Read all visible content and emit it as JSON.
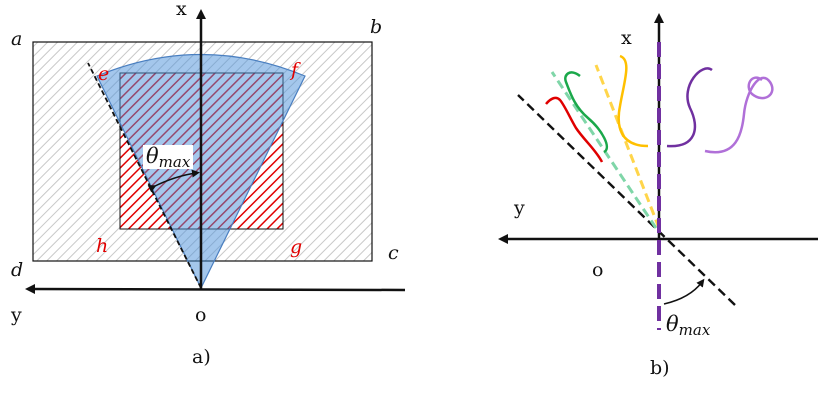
{
  "panel_a": {
    "caption": "a)",
    "axis_x_label": "x",
    "axis_y_label": "y",
    "origin_label": "o",
    "corner_labels": {
      "a": "a",
      "b": "b",
      "c": "c",
      "d": "d"
    },
    "inner_labels": {
      "e": "e",
      "f": "f",
      "g": "g",
      "h": "h"
    },
    "angle_label": {
      "main": "θ",
      "sub": "max"
    }
  },
  "panel_b": {
    "caption": "b)",
    "axis_x_label": "x",
    "axis_y_label": "y",
    "origin_label": "o",
    "angle_label": {
      "main": "θ",
      "sub": "max"
    }
  },
  "colors": {
    "outer_hatch": "#c8c8c8",
    "inner_hatch": "#e00000",
    "sector_fill": "#4a90d9",
    "sector_stroke": "#4a7fc0",
    "curve_red": "#e00000",
    "curve_green": "#1aa84a",
    "curve_light_green": "#7fd6a8",
    "curve_yellow": "#ffc000",
    "curve_yellow_dash": "#ffd54a",
    "curve_purple": "#7030a0",
    "curve_light_purple": "#b070d8"
  }
}
